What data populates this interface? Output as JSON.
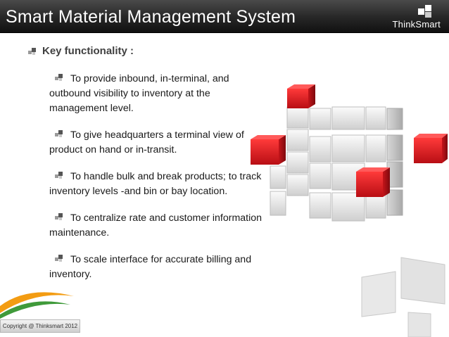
{
  "header": {
    "title": "Smart Material Management System",
    "brand": "ThinkSmart"
  },
  "content": {
    "heading": "Key functionality :",
    "bullets": [
      "To provide inbound, in-terminal, and outbound visibility to inventory at the management level.",
      "To give headquarters a terminal view of product on hand or in-transit.",
      "To handle bulk and break products; to track inventory levels -and bin or bay location.",
      "To centralize rate and customer information maintenance.",
      "To scale interface for accurate billing and inventory."
    ]
  },
  "footer": {
    "copyright": "Copyright @ Thinksmart 2012"
  },
  "icons": {
    "bullet": "square-bullet-icon",
    "brand_mark": "thinksmart-logo-icon",
    "artwork": "cube-icon"
  },
  "colors": {
    "header_dark": "#222222",
    "bullet_dark": "#555555",
    "bullet_light": "#bbbbbb",
    "cube_red": "#e11b22",
    "cube_gray": "#e0e0e0",
    "saffron": "#f39c12",
    "green": "#3f9a3a"
  }
}
